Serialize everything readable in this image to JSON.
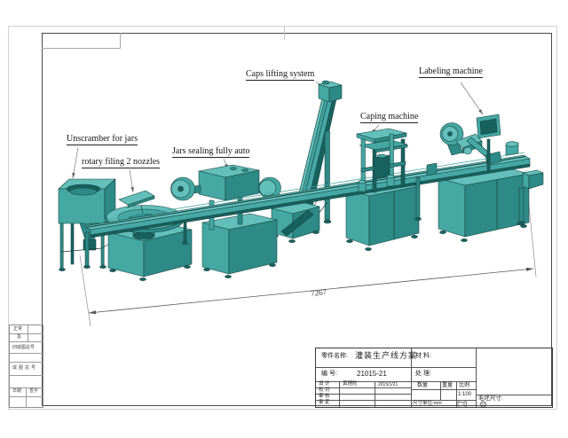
{
  "labels": {
    "unscrambler": "Unscramber for jars",
    "rotary_filler": "rotary filing 2 nozzles",
    "sealer": "Jars sealing fully auto",
    "caps_lifter": "Caps lifting system",
    "capper": "Caping machine",
    "labeler": "Labeling machine"
  },
  "dimension": {
    "overall_length": "7267"
  },
  "title_block": {
    "part_name_label": "零件名称:",
    "part_name": "灌装生产线方案",
    "number_label": "编 号:",
    "number": "21015-21",
    "material_label": "材 料:",
    "material": "",
    "treatment_label": "处 理:",
    "treatment": "",
    "sign_rows": [
      {
        "role": "设 计",
        "name": "黄理舵",
        "date": "2015/1/21"
      },
      {
        "role": "校 对",
        "name": "",
        "date": ""
      },
      {
        "role": "审 核",
        "name": "",
        "date": ""
      },
      {
        "role": "审 定",
        "name": "",
        "date": ""
      }
    ],
    "quantity_label": "数量",
    "quantity": "",
    "weight_label": "重量",
    "weight": "",
    "scale_label": "比例",
    "scale": "1:100",
    "unit_label": "尺寸单位:mm",
    "blank_size_label": "毛坯尺寸:"
  },
  "margin_strip": {
    "row1": "正常",
    "row2": "急",
    "old_drawing_no_label": "旧底图总号",
    "drawing_no_label": "成图总号",
    "date_label": "日期",
    "signature_label": "签字"
  }
}
